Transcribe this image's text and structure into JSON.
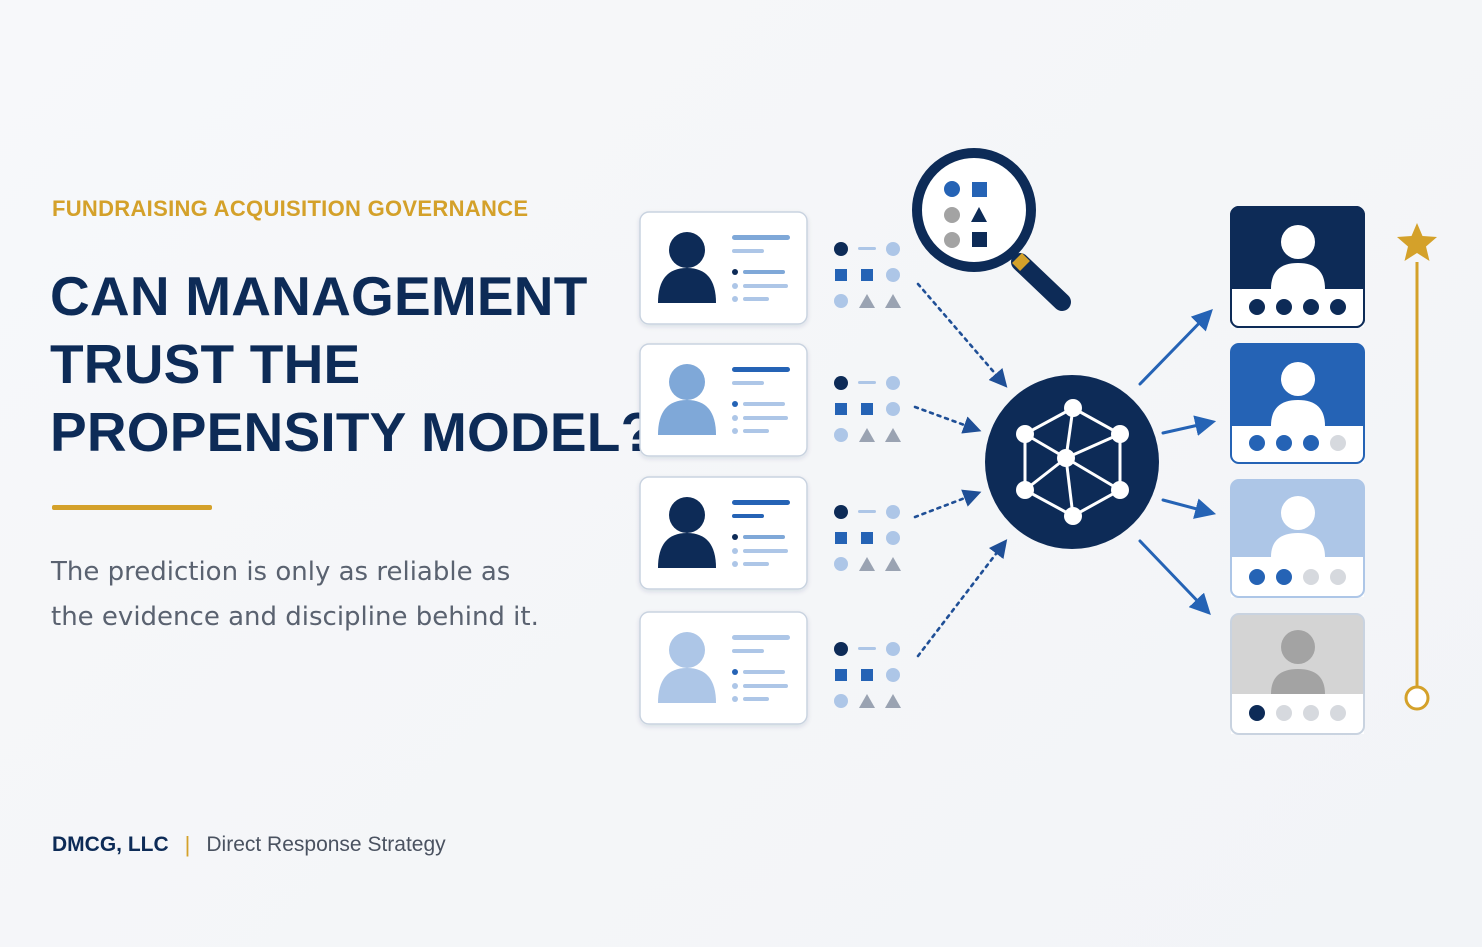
{
  "eyebrow": "FUNDRAISING ACQUISITION GOVERNANCE",
  "headline": {
    "line1": "CAN MANAGEMENT",
    "line2": "TRUST THE",
    "line3": "PROPENSITY MODEL?"
  },
  "subtitle": {
    "line1": "The prediction is only as reliable as",
    "line2": "the evidence and discipline behind it."
  },
  "footer": {
    "brand": "DMCG, LLC",
    "separator": "|",
    "tagline": "Direct Response Strategy"
  },
  "colors": {
    "navy": "#0d2b57",
    "blue": "#2563b5",
    "light_blue": "#7fa8d8",
    "pale_blue": "#adc6e7",
    "gold": "#d4a12a",
    "gray": "#a3a3a3"
  },
  "donor_profiles": [
    {
      "avatar_tone": "navy"
    },
    {
      "avatar_tone": "light_blue"
    },
    {
      "avatar_tone": "navy"
    },
    {
      "avatar_tone": "pale_blue"
    }
  ],
  "ranked_outputs": [
    {
      "tier": "highest",
      "tone": "navy",
      "score_dots": 4,
      "dots_total": 4
    },
    {
      "tier": "high",
      "tone": "blue",
      "score_dots": 3,
      "dots_total": 4
    },
    {
      "tier": "medium",
      "tone": "pale_blue",
      "score_dots": 2,
      "dots_total": 4
    },
    {
      "tier": "low",
      "tone": "gray",
      "score_dots": 1,
      "dots_total": 4
    }
  ],
  "icons": [
    "person-icon",
    "magnifier-icon",
    "network-model-icon",
    "star-icon",
    "arrow-icon"
  ]
}
